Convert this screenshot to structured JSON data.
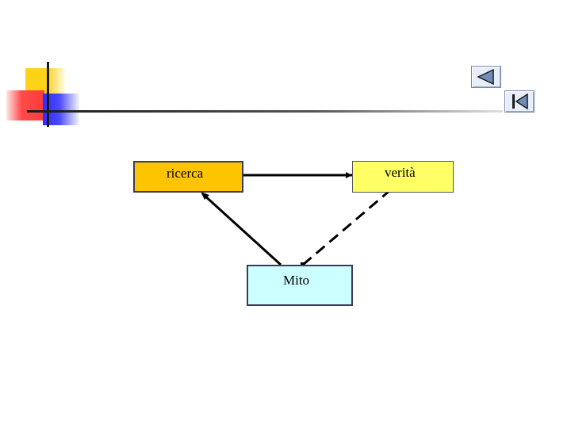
{
  "nodes": {
    "ricerca": "ricerca",
    "verita": "verità",
    "mito": "Mito"
  },
  "edges": [
    {
      "from": "ricerca",
      "to": "verità",
      "style": "solid"
    },
    {
      "from": "Mito",
      "to": "ricerca",
      "style": "solid"
    },
    {
      "from": "Mito",
      "to": "verità",
      "style": "dashed"
    }
  ],
  "navigation": {
    "previous_icon": "previous-slide-icon",
    "first_icon": "first-slide-icon"
  },
  "colors": {
    "ricerca_fill": "#ffc400",
    "verita_fill": "#ffff66",
    "mito_fill": "#ccffff",
    "deco_yellow": "#ffd21a",
    "deco_red": "#ff3b3b",
    "deco_blue": "#2c2cff"
  }
}
